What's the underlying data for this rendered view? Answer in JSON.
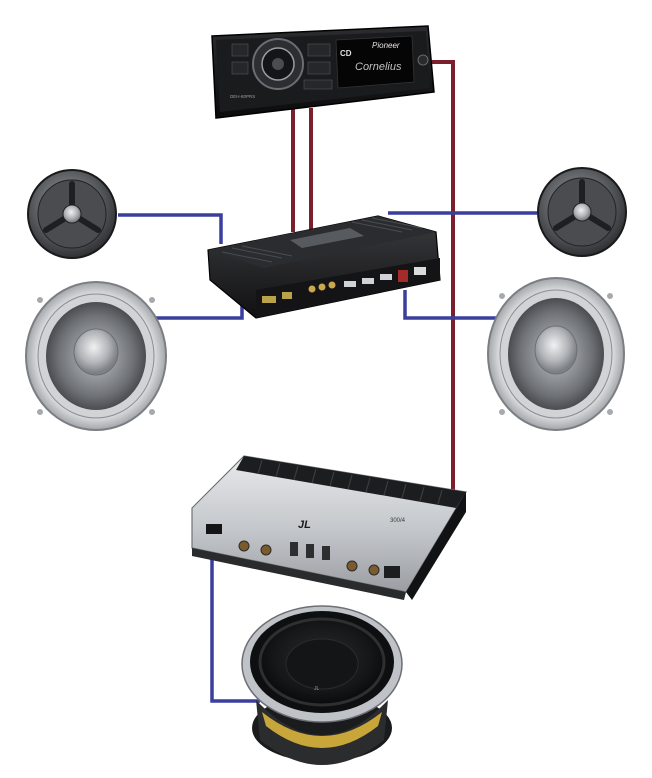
{
  "head_unit": {
    "brand": "Pioneer",
    "disc_label": "CD",
    "model": "DEH-80PRS",
    "display_text": "Cornelius"
  },
  "amplifier_4ch": {
    "label": ""
  },
  "amplifier_sub": {
    "brand": "JL",
    "model": "300/4"
  },
  "subwoofer": {
    "label": "JL"
  },
  "colors": {
    "power_wire": "#7a1f2b",
    "speaker_wire": "#3a3f9e",
    "amp_dark": "#1c1c1e",
    "amp_silver": "#c9ccd0",
    "speaker_grey": "#8c8f93"
  }
}
